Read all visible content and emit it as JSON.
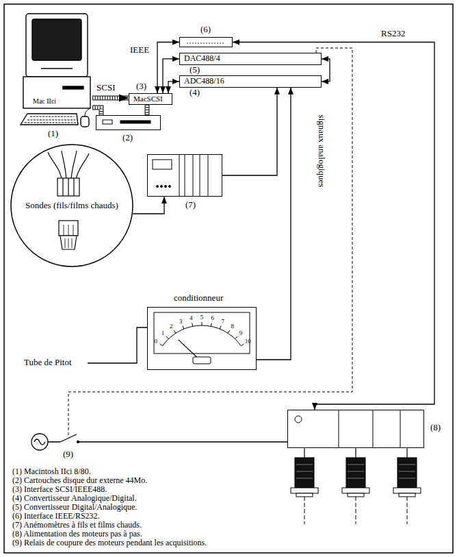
{
  "diagram": {
    "nodes": [
      {
        "text": [
          "Mac IIci",
          "(1)"
        ]
      },
      {
        "text": [
          "(6)"
        ]
      },
      {
        "text": [
          "MacSCSI",
          "(3)"
        ]
      },
      {
        "text": [
          "DAC488/4",
          "(5)"
        ]
      },
      {
        "text": [
          "ADC488/16",
          "(4)"
        ]
      },
      {
        "text": [
          "(2)"
        ]
      },
      {
        "text": [
          "Sondes (fils/films chauds)"
        ]
      },
      {
        "text": [
          "(7)"
        ]
      },
      {
        "text": [
          "conditionneur"
        ]
      },
      {
        "text": [
          "(8)"
        ]
      }
    ],
    "edges": [
      {
        "from": 0,
        "to": 2,
        "arrow": "to",
        "label": "SCSI"
      },
      {
        "from": 0,
        "to": 5,
        "arrow": "none"
      },
      {
        "from": 2,
        "to": 5,
        "arrow": "none"
      },
      {
        "from": 2,
        "to": 1,
        "arrow": "both",
        "label": "IEEE"
      },
      {
        "from": 2,
        "to": 3,
        "arrow": "both"
      },
      {
        "from": 2,
        "to": 4,
        "arrow": "both"
      },
      {
        "from": 3,
        "to": 4,
        "arrow": "both"
      },
      {
        "from": 7,
        "to": 4,
        "arrow": "to"
      },
      {
        "from": 6,
        "to": 7,
        "arrow": "to"
      },
      {
        "from": 8,
        "to": 4,
        "arrow": "to"
      },
      {
        "from": 1,
        "to": 9,
        "arrow": "both",
        "label": "RS232"
      }
    ],
    "labels": [
      "signaux analogiques",
      "Tube de Pitot",
      "0",
      "1",
      "2",
      "3",
      "4",
      "5",
      "6",
      "7",
      "8",
      "9",
      "10",
      "(9)",
      "(1) Macintosh IIci 8/80.",
      "(2) Cartouches disque dur externe 44Mo.",
      "(3) Interface SCSI/IEEE488.",
      "(4) Convertisseur Analogique/Digital.",
      "(5) Convertisseur Digital/Analogique.",
      "(6) Interface IEEE/RS232.",
      "(7) Anémomètres à fils et films chauds.",
      "(8) Alimentation des moteurs pas à pas.",
      "(9) Relais de coupure des moteurs pendant les acquisitions."
    ]
  }
}
